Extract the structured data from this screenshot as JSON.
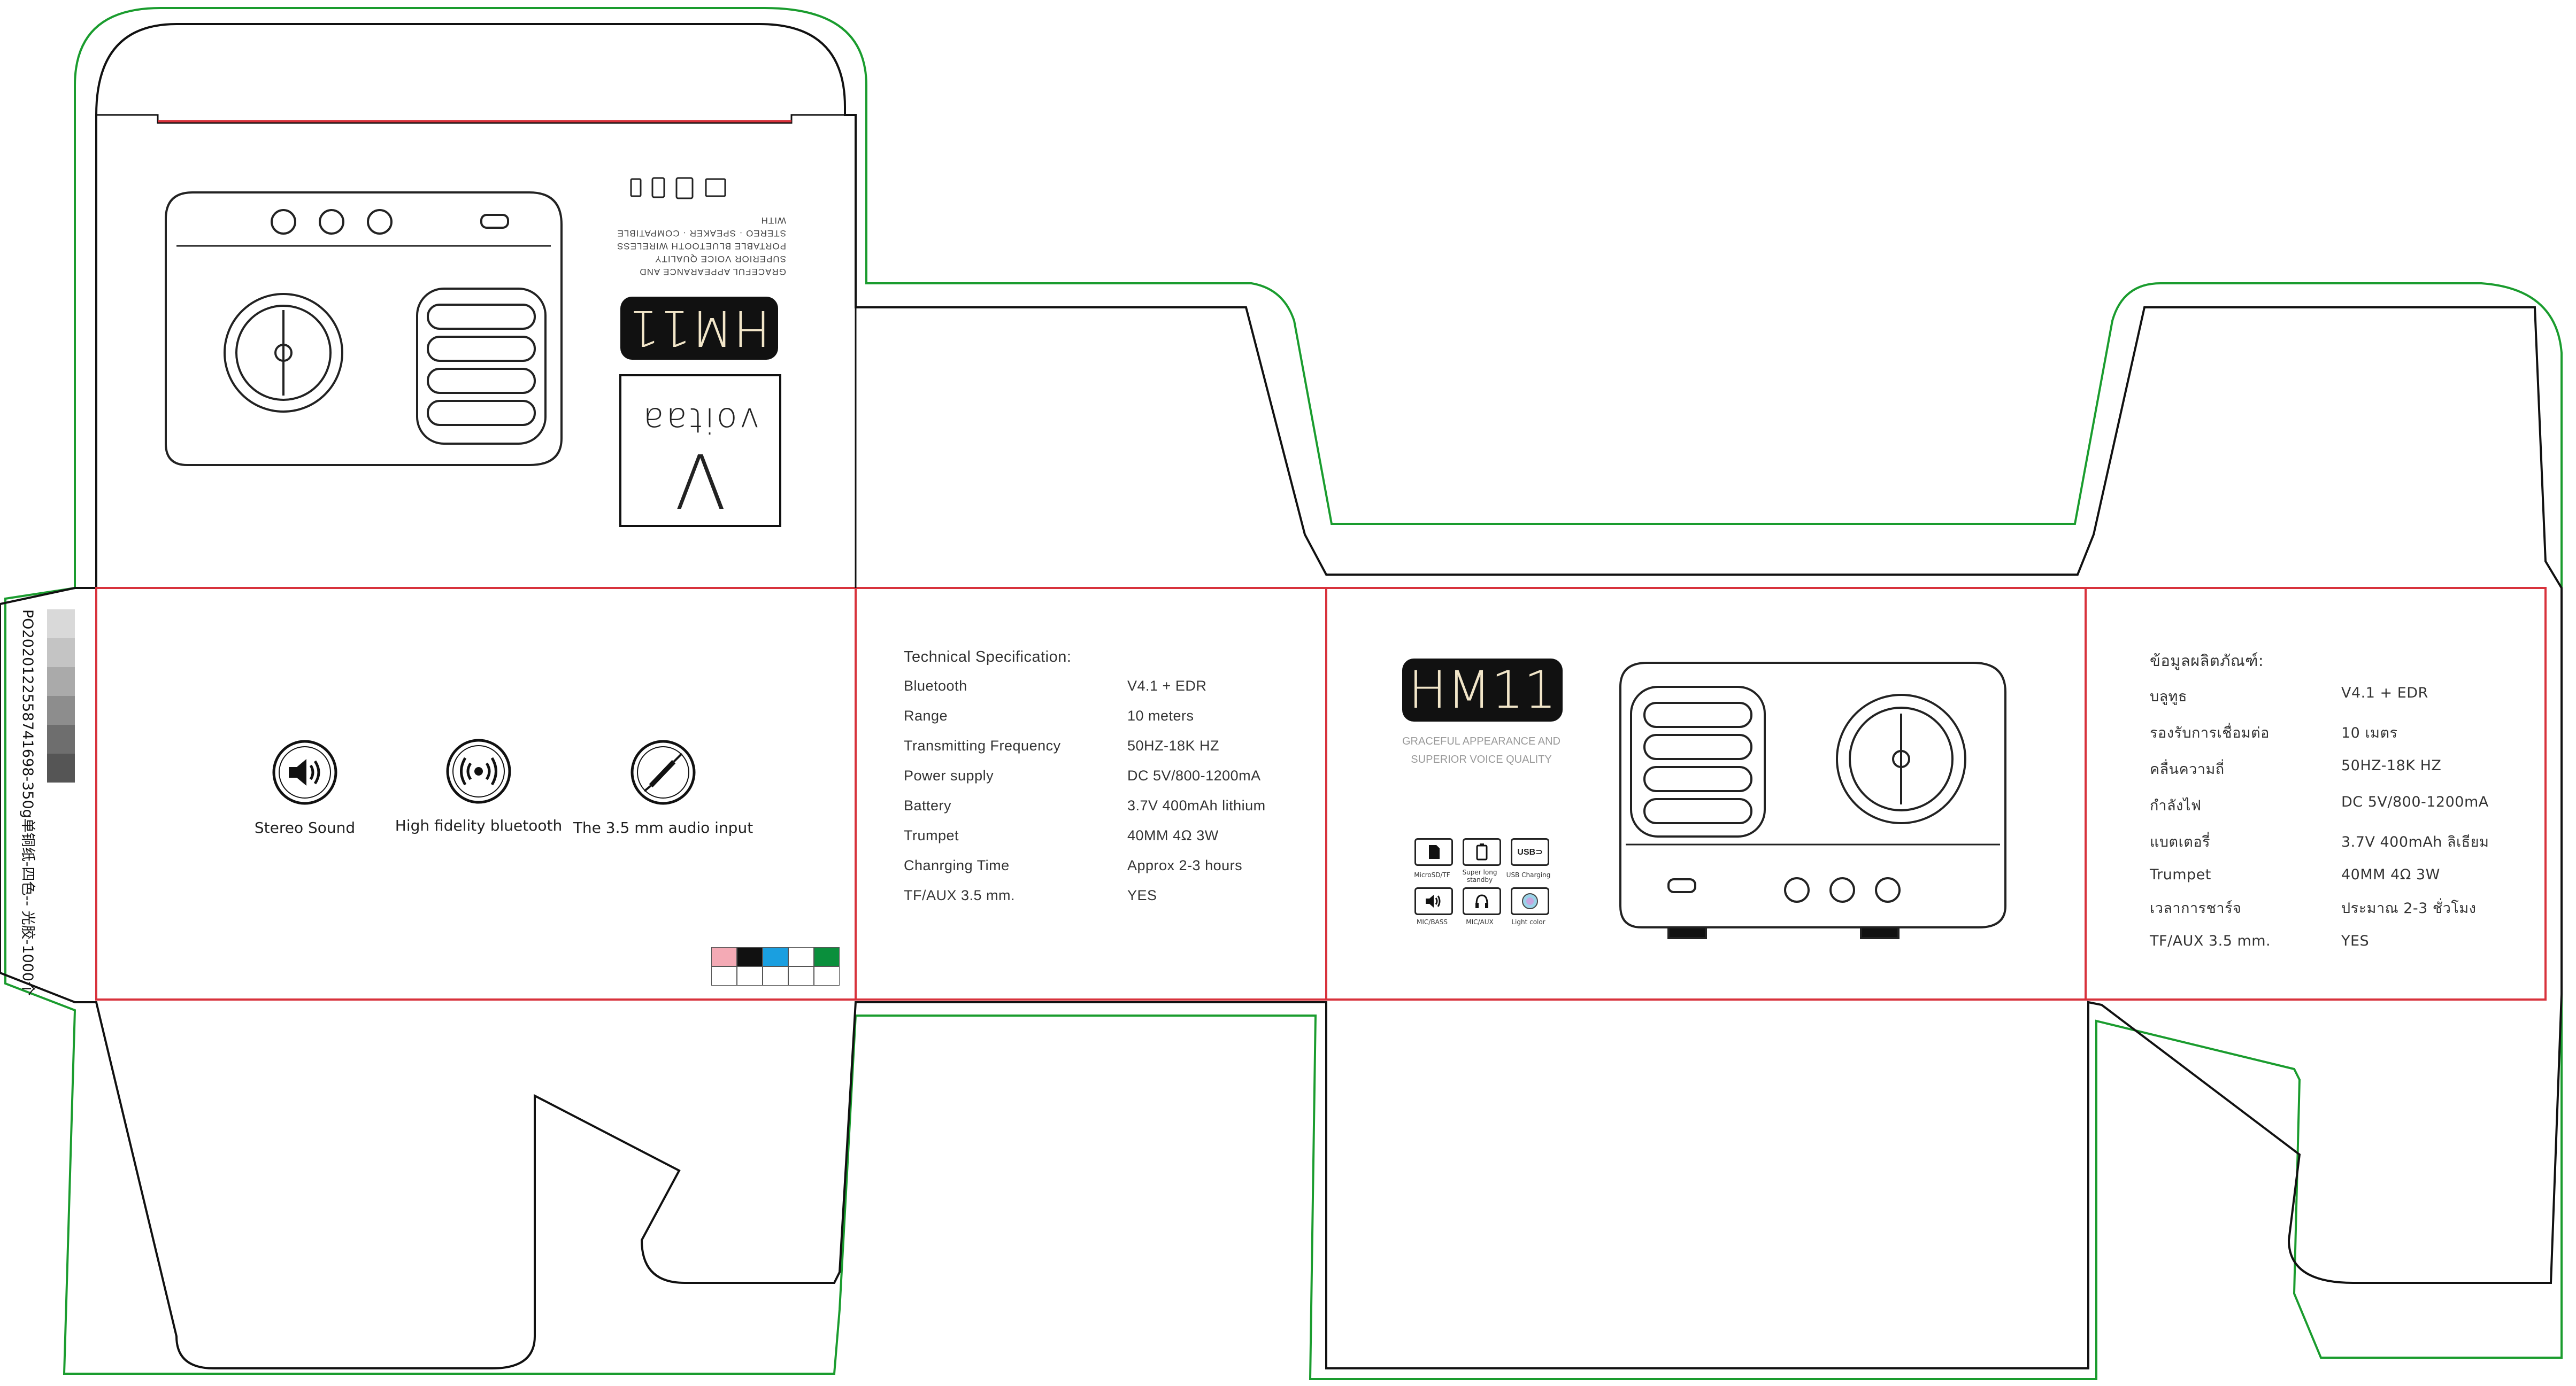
{
  "brand": {
    "logo_letter": "V",
    "logo_word": "voitaa",
    "model": "HM11",
    "tagline_line1": "GRACEFUL APPEARANCE AND",
    "tagline_line2": "SUPERIOR VOICE QUALITY",
    "top_desc_lines": [
      "GRACEFUL APPEARANCE AND",
      "SUPERIOR VOICE QUALITY",
      "PORTABLE BLUETOOTH WIRELESS",
      "STEREO · SPEAKER · COMPATIBLE",
      "WITH"
    ]
  },
  "side_code": "PO20201225587416​98-350g单铜纸-四色-- 光胶-1000个",
  "features": [
    {
      "icon": "speaker-icon",
      "label": "Stereo Sound"
    },
    {
      "icon": "bluetooth-waves-icon",
      "label": "High fidelity bluetooth"
    },
    {
      "icon": "audio-jack-icon",
      "label": "The 3.5 mm audio input"
    }
  ],
  "color_bar": [
    "#f4aab5",
    "#111111",
    "#1a9fe0",
    "#ffffff",
    "#0a8f3c"
  ],
  "gray_scale": [
    "#d9d9d9",
    "#c4c4c4",
    "#aaaaaa",
    "#8d8d8d",
    "#6e6e6e",
    "#555555"
  ],
  "spec_en": {
    "title": "Technical Specification:",
    "rows": [
      {
        "k": "Bluetooth",
        "v": "V4.1 + EDR"
      },
      {
        "k": "Range",
        "v": "10 meters"
      },
      {
        "k": "Transmitting Frequency",
        "v": "50HZ-18K HZ"
      },
      {
        "k": "Power supply",
        "v": "DC 5V/800-1200mA"
      },
      {
        "k": "Battery",
        "v": "3.7V 400mAh lithium"
      },
      {
        "k": "Trumpet",
        "v": "40MM 4Ω 3W"
      },
      {
        "k": "Chanrging Time",
        "v": "Approx 2-3 hours"
      },
      {
        "k": "TF/AUX 3.5 mm.",
        "v": "YES"
      }
    ]
  },
  "spec_th": {
    "title": "ข้อมูลผลิตภัณฑ์:",
    "rows": [
      {
        "k": "บลูทูธ",
        "v": "V4.1 + EDR"
      },
      {
        "k": "รองรับการเชื่อมต่อ",
        "v": "10 เมตร"
      },
      {
        "k": "คลื่นความถี่",
        "v": "50HZ-18K HZ"
      },
      {
        "k": "กำลังไฟ",
        "v": "DC 5V/800-1200mA"
      },
      {
        "k": "แบตเตอรี่",
        "v": "3.7V 400mAh ลิเธียม"
      },
      {
        "k": "Trumpet",
        "v": "40MM 4Ω 3W"
      },
      {
        "k": "เวลาการชาร์จ",
        "v": "ประมาณ 2-3 ชั่วโมง"
      },
      {
        "k": "TF/AUX 3.5 mm.",
        "v": "YES"
      }
    ]
  },
  "mini_icons": [
    {
      "label": "MicroSD/TF",
      "icon": "sd-card-icon"
    },
    {
      "label": "Super long standby",
      "icon": "battery-icon"
    },
    {
      "label": "USB Charging",
      "icon": "usb-icon"
    },
    {
      "label": "MIC/BASS",
      "icon": "speaker-icon"
    },
    {
      "label": "MIC/AUX",
      "icon": "headphone-icon"
    },
    {
      "label": "Light color",
      "icon": "color-disc-icon"
    }
  ],
  "colors": {
    "cut_line": "#111111",
    "bleed_line": "#1a9c2e",
    "fold_line": "#d8323c"
  }
}
